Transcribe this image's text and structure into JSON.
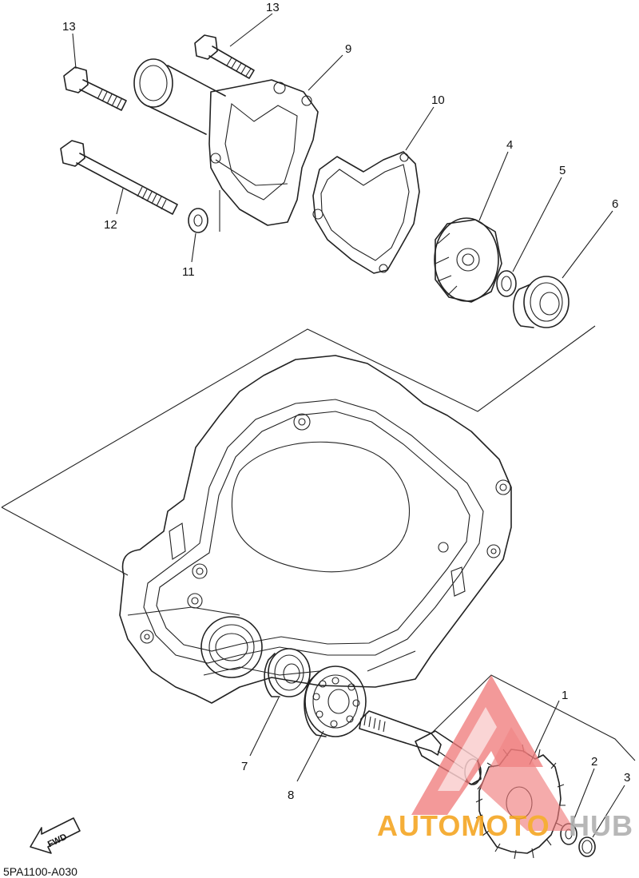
{
  "diagram": {
    "callouts": [
      {
        "id": "1",
        "label": "1"
      },
      {
        "id": "2",
        "label": "2"
      },
      {
        "id": "3",
        "label": "3"
      },
      {
        "id": "4",
        "label": "4"
      },
      {
        "id": "5",
        "label": "5"
      },
      {
        "id": "6",
        "label": "6"
      },
      {
        "id": "7",
        "label": "7"
      },
      {
        "id": "8",
        "label": "8"
      },
      {
        "id": "9",
        "label": "9"
      },
      {
        "id": "10",
        "label": "10"
      },
      {
        "id": "11",
        "label": "11"
      },
      {
        "id": "12",
        "label": "12"
      },
      {
        "id": "13a",
        "label": "13"
      },
      {
        "id": "13b",
        "label": "13"
      }
    ],
    "fwd_label": "FWD",
    "diagram_code": "5PA1100-A030"
  },
  "watermark": {
    "brand_part1": "AUTOMOTO",
    "brand_part2": "HUB",
    "colors": {
      "logo": "#f07a7a",
      "text_primary": "#f5a623",
      "text_secondary": "#b0b0b0"
    }
  }
}
